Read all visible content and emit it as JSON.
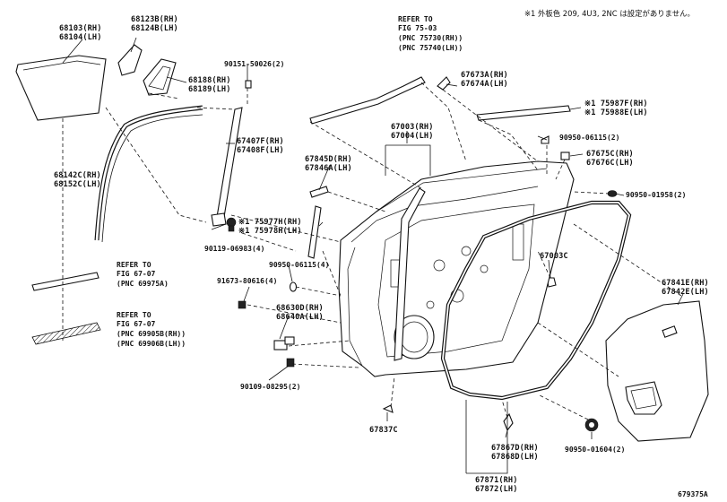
{
  "diagram": {
    "id": "679375A",
    "note": "※1 外板色 209, 4U3, 2NC は設定がありません。",
    "refs": {
      "fig75": [
        "REFER TO",
        "FIG 75-03",
        "(PNC 75730(RH))",
        "(PNC 75740(LH))"
      ],
      "fig67a": [
        "REFER TO",
        "FIG 67-07",
        "(PNC 69975A)"
      ],
      "fig67b": [
        "REFER TO",
        "FIG 67-07",
        "(PNC 69905B(RH))",
        "(PNC 69906B(LH))"
      ]
    },
    "labels": {
      "l68103": [
        "68103(RH)",
        "68104(LH)"
      ],
      "l68123": [
        "68123B(RH)",
        "68124B(LH)"
      ],
      "l68188": [
        "68188(RH)",
        "68189(LH)"
      ],
      "l90151": "90151-50026(2)",
      "l68142": [
        "68142C(RH)",
        "68152C(LH)"
      ],
      "l67407": [
        "67407F(RH)",
        "67408F(LH)"
      ],
      "l75977": [
        "※1 75977H(RH)",
        "※1 75978H(LH)"
      ],
      "l90119": "90119-06983(4)",
      "l67003a": [
        "67003(RH)",
        "67004(LH)"
      ],
      "l67673": [
        "67673A(RH)",
        "67674A(LH)"
      ],
      "l75987": [
        "※1 75987F(RH)",
        "※1 75988E(LH)"
      ],
      "l90950a": "90950-06115(2)",
      "l67845": [
        "67845D(RH)",
        "67846A(LH)"
      ],
      "l67675": [
        "67675C(RH)",
        "67676C(LH)"
      ],
      "l90950b": "90950-01958(2)",
      "l90950c": "90950-06115(4)",
      "l67003c": "67003C",
      "l91673": "91673-80616(4)",
      "l68630": [
        "68630D(RH)",
        "68640A(LH)"
      ],
      "l67841": [
        "67841E(RH)",
        "67842E(LH)"
      ],
      "l90109": "90109-08295(2)",
      "l67837": "67837C",
      "l67867": [
        "67867D(RH)",
        "67868D(LH)"
      ],
      "l90950d": "90950-01604(2)",
      "l67871": [
        "67871(RH)",
        "67872(LH)"
      ]
    }
  }
}
